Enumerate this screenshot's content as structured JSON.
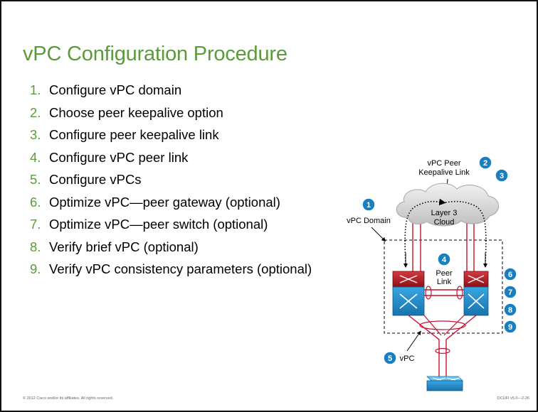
{
  "title": "vPC Configuration Procedure",
  "steps": [
    {
      "num": "1.",
      "text": "Configure vPC domain"
    },
    {
      "num": "2.",
      "text": "Choose peer keepalive option"
    },
    {
      "num": "3.",
      "text": "Configure peer keepalive link"
    },
    {
      "num": "4.",
      "text": "Configure vPC peer link"
    },
    {
      "num": "5.",
      "text": "Configure vPCs"
    },
    {
      "num": "6.",
      "text": "Optimize vPC—peer gateway (optional)"
    },
    {
      "num": "7.",
      "text": "Optimize vPC—peer switch (optional)"
    },
    {
      "num": "8.",
      "text": "Verify brief vPC (optional)"
    },
    {
      "num": "9.",
      "text": "Verify vPC consistency parameters (optional)"
    }
  ],
  "diagram": {
    "keepalive_label_1": "vPC Peer",
    "keepalive_label_2": "Keepalive Link",
    "cloud_label_1": "Layer 3",
    "cloud_label_2": "Cloud",
    "domain_label": "vPC Domain",
    "peer_link_label_1": "Peer",
    "peer_link_label_2": "Link",
    "vpc_label": "vPC",
    "badges": [
      "1",
      "2",
      "3",
      "4",
      "5",
      "6",
      "7",
      "8",
      "9"
    ],
    "colors": {
      "badge": "#1a7fc1",
      "link": "#c8102e",
      "switch_top": "#b3202a",
      "switch_bottom": "#1e8fd0",
      "cloud": "#d9d9d9"
    },
    "icons": [
      "cloud-icon",
      "switch-icon",
      "access-switch-icon"
    ]
  },
  "footer": {
    "copyright": "© 2012 Cisco and/or its affiliates. All rights reserved.",
    "code": "DCUFI v5.0—2-26"
  }
}
